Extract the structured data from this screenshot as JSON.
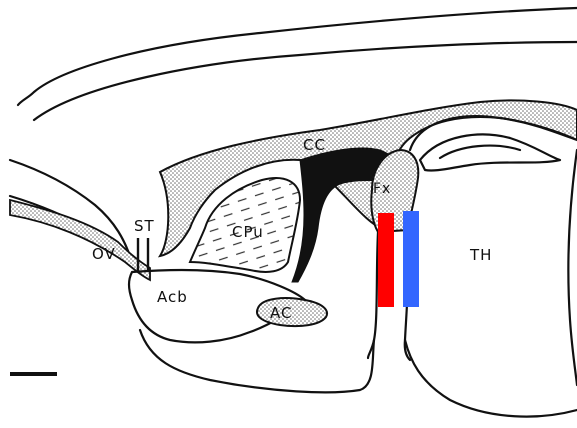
{
  "labels": {
    "cc": "CC",
    "fx": "Fx",
    "cpu": "CPu",
    "ov": "OV",
    "st": "ST",
    "acb": "Acb",
    "ac": "AC",
    "th": "TH"
  },
  "colors": {
    "outline": "#111111",
    "stipple": "#7a7a7a",
    "marker_red": "#ff0000",
    "marker_blue": "#3366ff"
  }
}
